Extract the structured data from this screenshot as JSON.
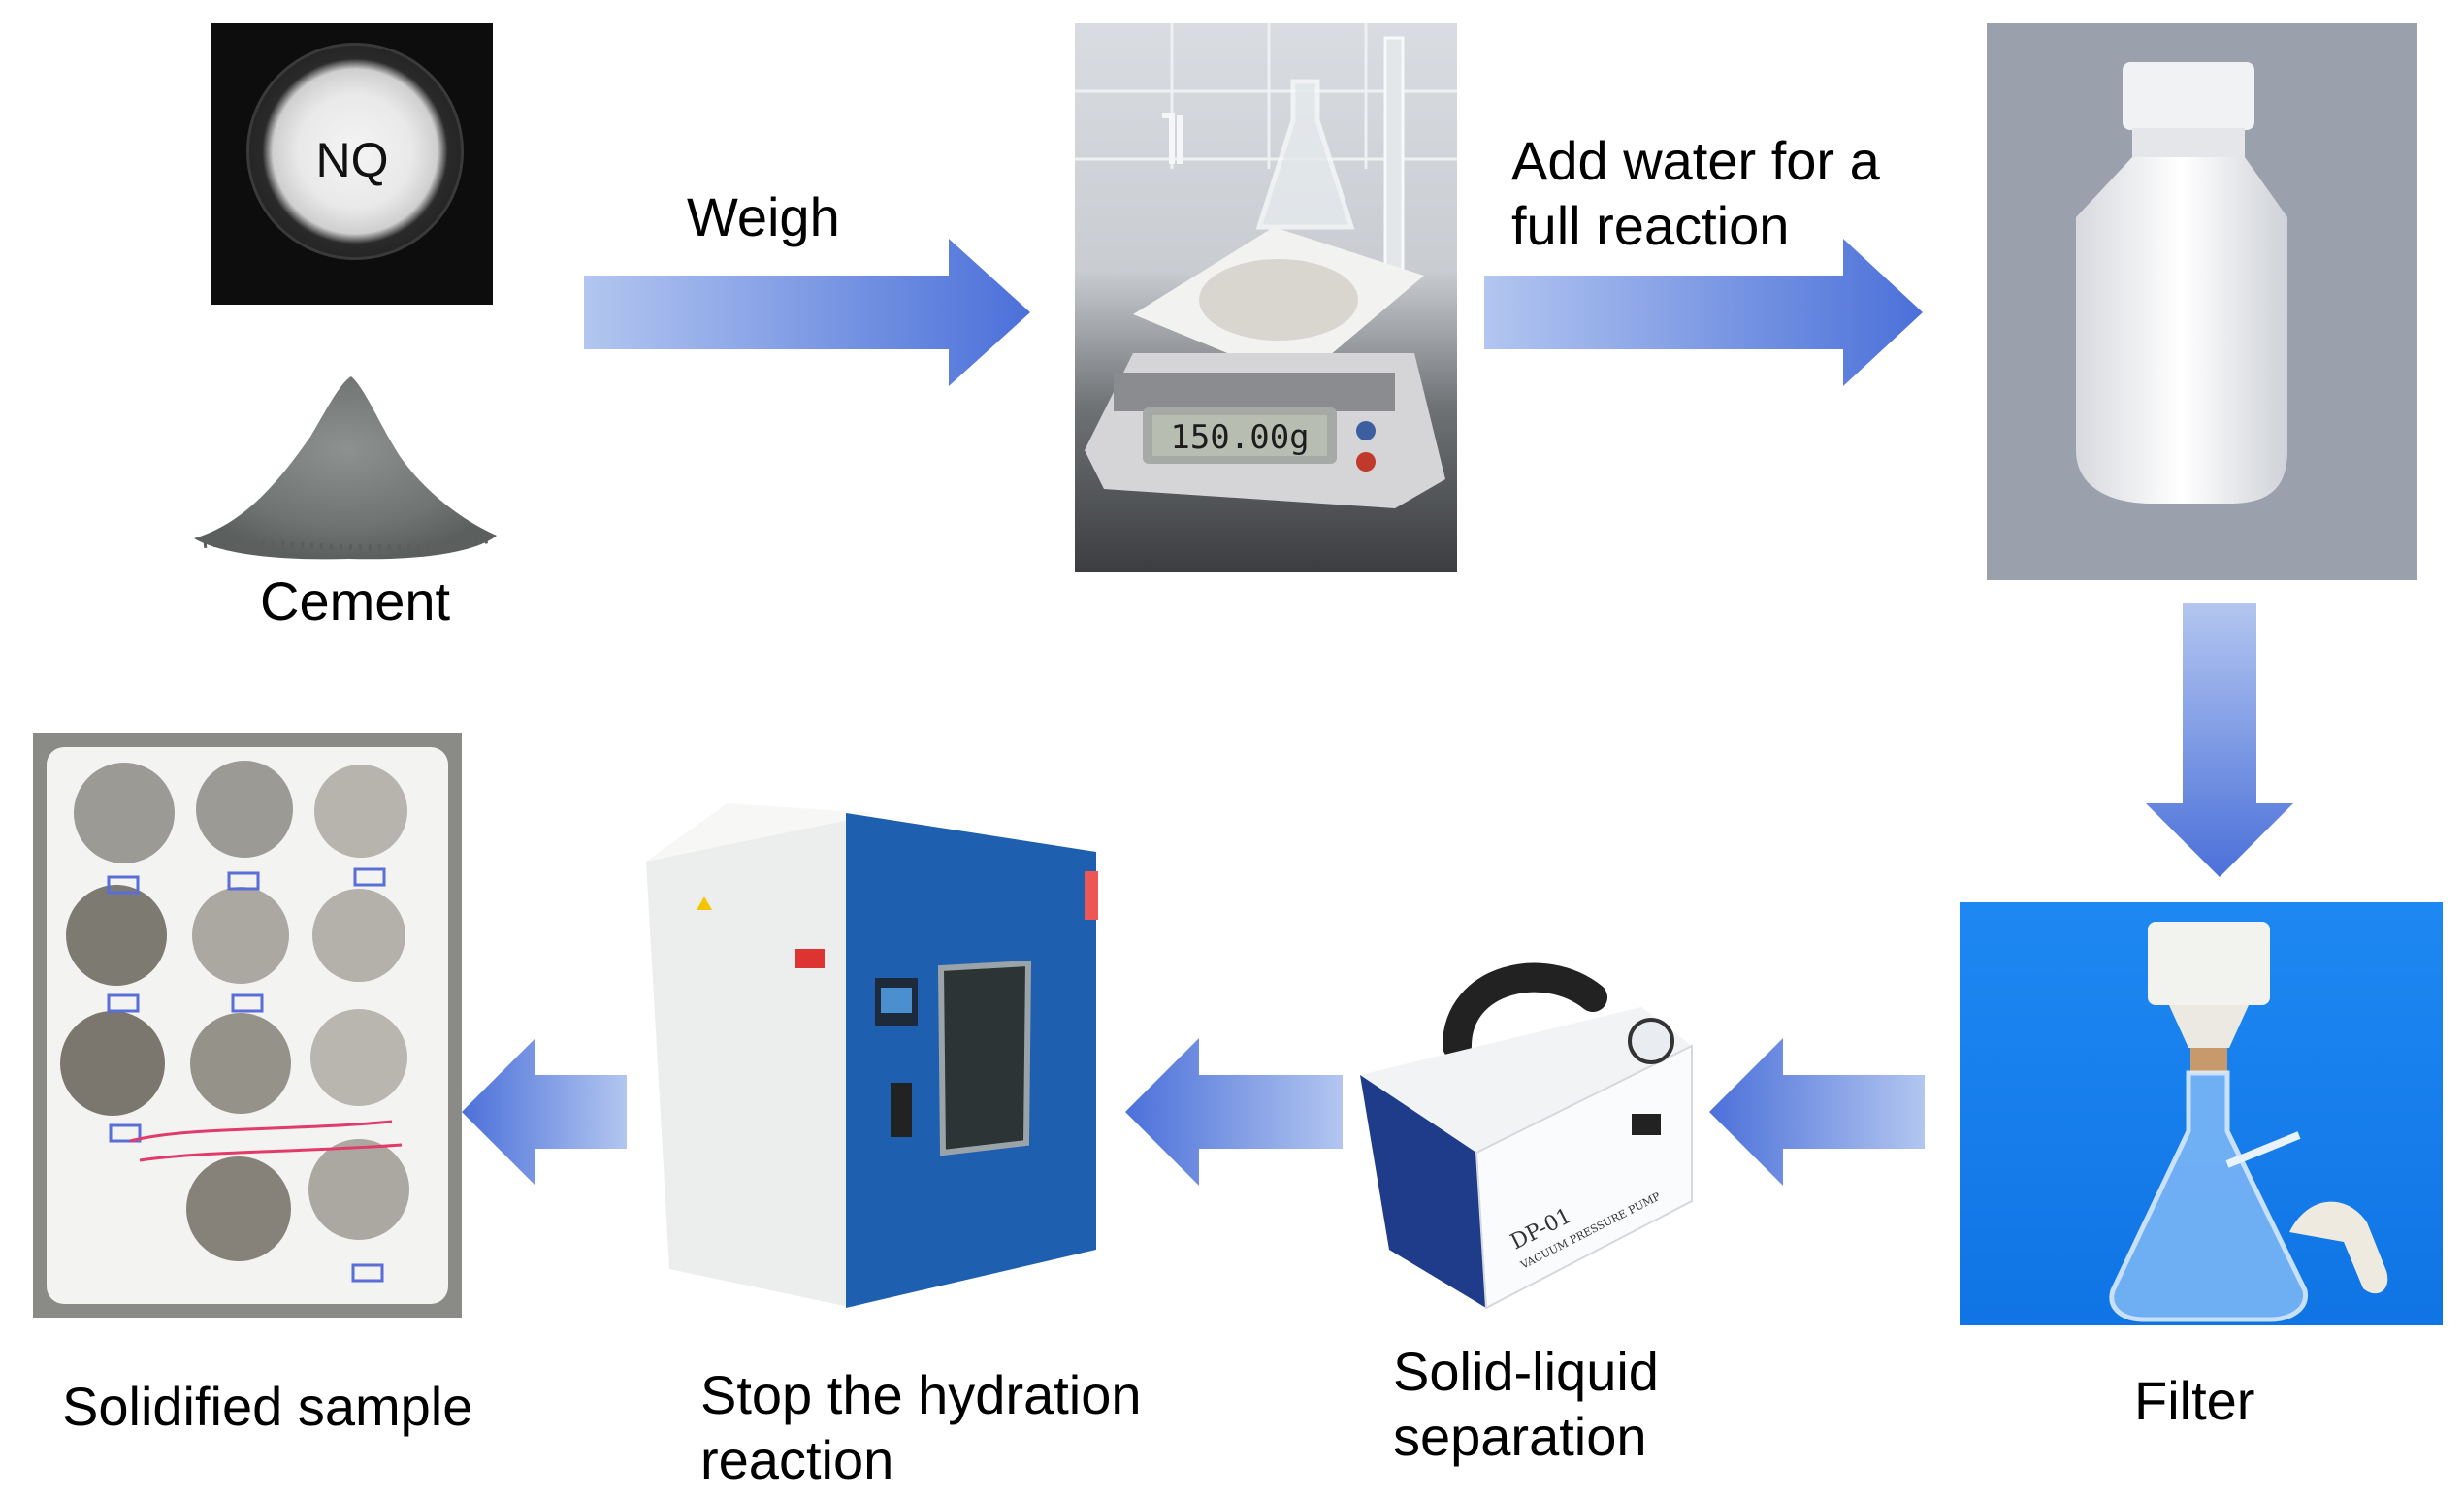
{
  "labels": {
    "nq": "NQ",
    "cement": "Cement",
    "weigh": "Weigh",
    "add_water_line1": "Add water for a",
    "add_water_line2": "full reaction",
    "filter": "Filter",
    "solid_liquid_line1": "Solid-liquid",
    "solid_liquid_line2": "separation",
    "stop_line1": "Stop the hydration",
    "stop_line2": "reaction",
    "solidified": "Solidified sample"
  },
  "photo_text": {
    "balance_display": "150.00g",
    "pump_model": "DP-01",
    "pump_name": "VACUUM PRESSURE PUMP"
  },
  "colors": {
    "arrow_light": "#a9bfee",
    "arrow_dark": "#4a6fd8",
    "oven_blue": "#1f5fb0",
    "filter_bg": "#1278e8"
  }
}
